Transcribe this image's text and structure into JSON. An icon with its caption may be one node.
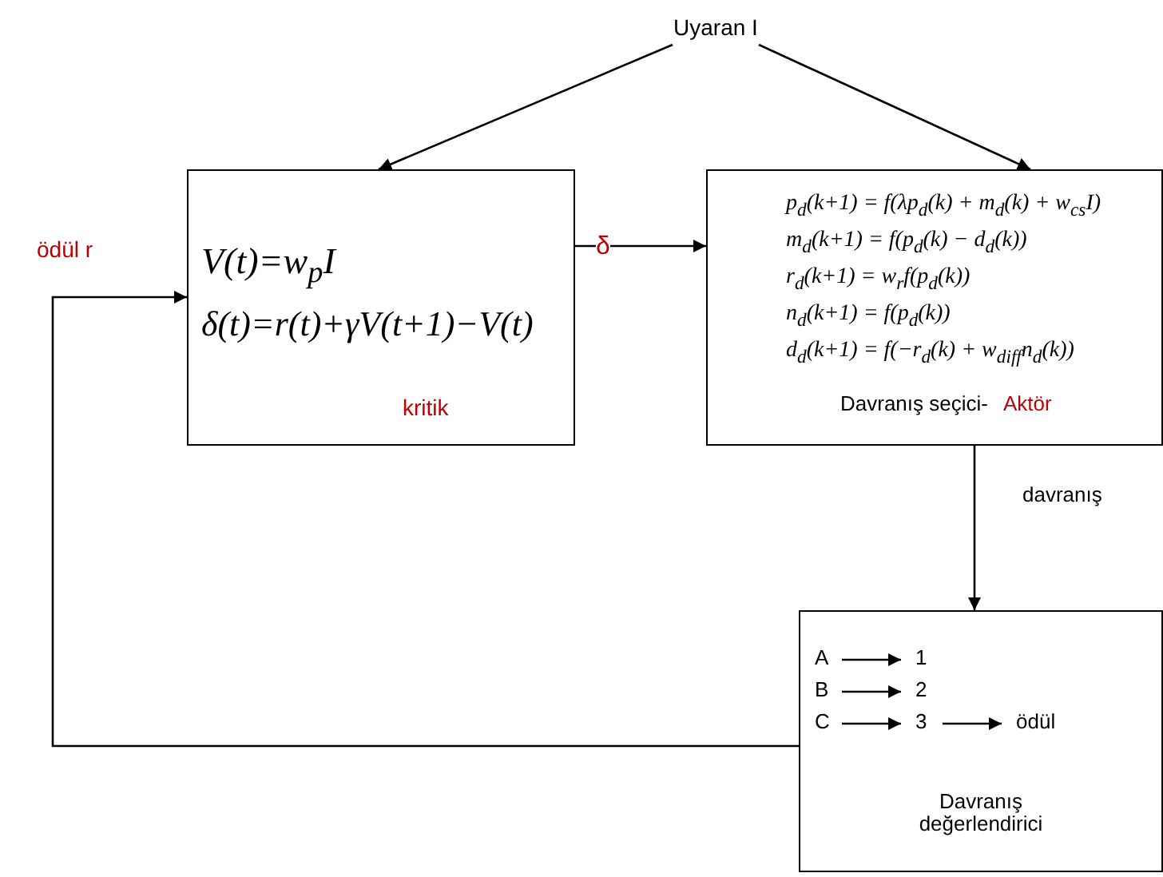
{
  "diagram": {
    "nodes": [
      {
        "text": [
          "Uyaran I"
        ]
      },
      {
        "text": [
          "V(t)=w$_{p}$I",
          "δ(t)=r(t)+γV(t+1)−V(t)",
          "kritik"
        ]
      },
      {
        "text": [
          "p$_{d}$(k+1) = f(λp$_{d}$(k) + m$_{d}$(k) + w$_{cs}$I)",
          "m$_{d}$(k+1) = f(p$_{d}$(k) − d$_{d}$(k))",
          "r$_{d}$(k+1) = w$_{r}$f(p$_{d}$(k))",
          "n$_{d}$(k+1) = f(p$_{d}$(k))",
          "d$_{d}$(k+1) = f(−r$_{d}$(k) + w$_{diff}$n$_{d}$(k))",
          "Davranış seçici-",
          "Aktör"
        ]
      },
      {
        "text": [
          "Davranış değerlendirici"
        ]
      },
      {
        "text": [
          "A"
        ],
        "in": 3
      },
      {
        "text": [
          "1"
        ],
        "in": 3
      },
      {
        "text": [
          "B"
        ],
        "in": 3
      },
      {
        "text": [
          "2"
        ],
        "in": 3
      },
      {
        "text": [
          "C"
        ],
        "in": 3
      },
      {
        "text": [
          "3"
        ],
        "in": 3
      },
      {
        "text": [
          "ödül"
        ],
        "in": 3
      }
    ],
    "edges": [
      {
        "from": 0,
        "to": 1,
        "arrow": "to"
      },
      {
        "from": 0,
        "to": 2,
        "arrow": "to"
      },
      {
        "from": 1,
        "to": 2,
        "arrow": "to"
      },
      {
        "from": 2,
        "to": 3,
        "label": "davranış",
        "arrow": "to"
      },
      {
        "from": 3,
        "to": 1,
        "arrow": "to"
      },
      {
        "from": 4,
        "to": 5,
        "arrow": "to"
      },
      {
        "from": 6,
        "to": 7,
        "arrow": "to"
      },
      {
        "from": 8,
        "to": 9,
        "arrow": "to"
      },
      {
        "from": 9,
        "to": 10,
        "arrow": "to"
      }
    ],
    "labels": [
      "ödül r",
      "δ"
    ]
  }
}
